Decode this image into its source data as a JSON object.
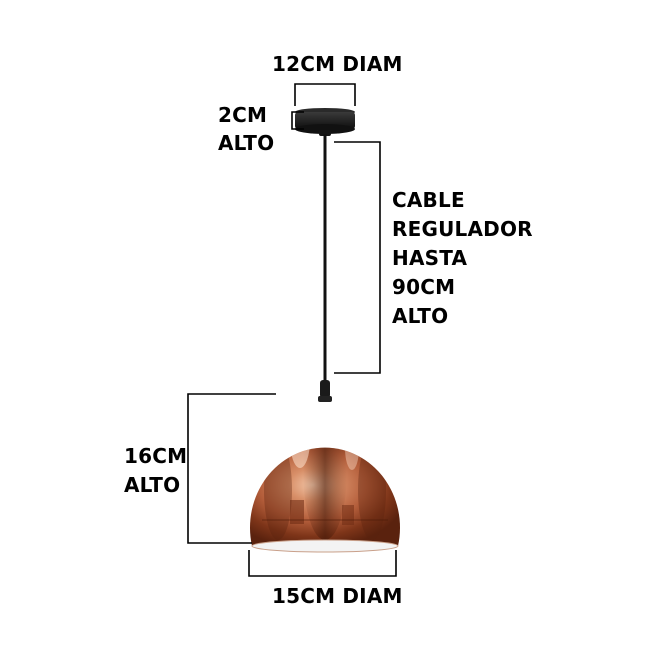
{
  "labels": {
    "canopy_diameter": "12CM DIAM",
    "canopy_height": [
      "2CM",
      "ALTO"
    ],
    "cable": [
      "CABLE",
      "REGULADOR",
      "HASTA",
      "90CM",
      "ALTO"
    ],
    "shade_height": [
      "16CM",
      "ALTO"
    ],
    "shade_diameter": "15CM DIAM"
  },
  "colors": {
    "text": "#000000",
    "dimension_lines": "#000000",
    "canopy": "#1e1e1e",
    "cable": "#111111",
    "copper_dark": "#6e2e17",
    "copper_mid": "#b86b49",
    "copper_light": "#f0c2a3",
    "shade_inner": "#f3f3f3"
  }
}
